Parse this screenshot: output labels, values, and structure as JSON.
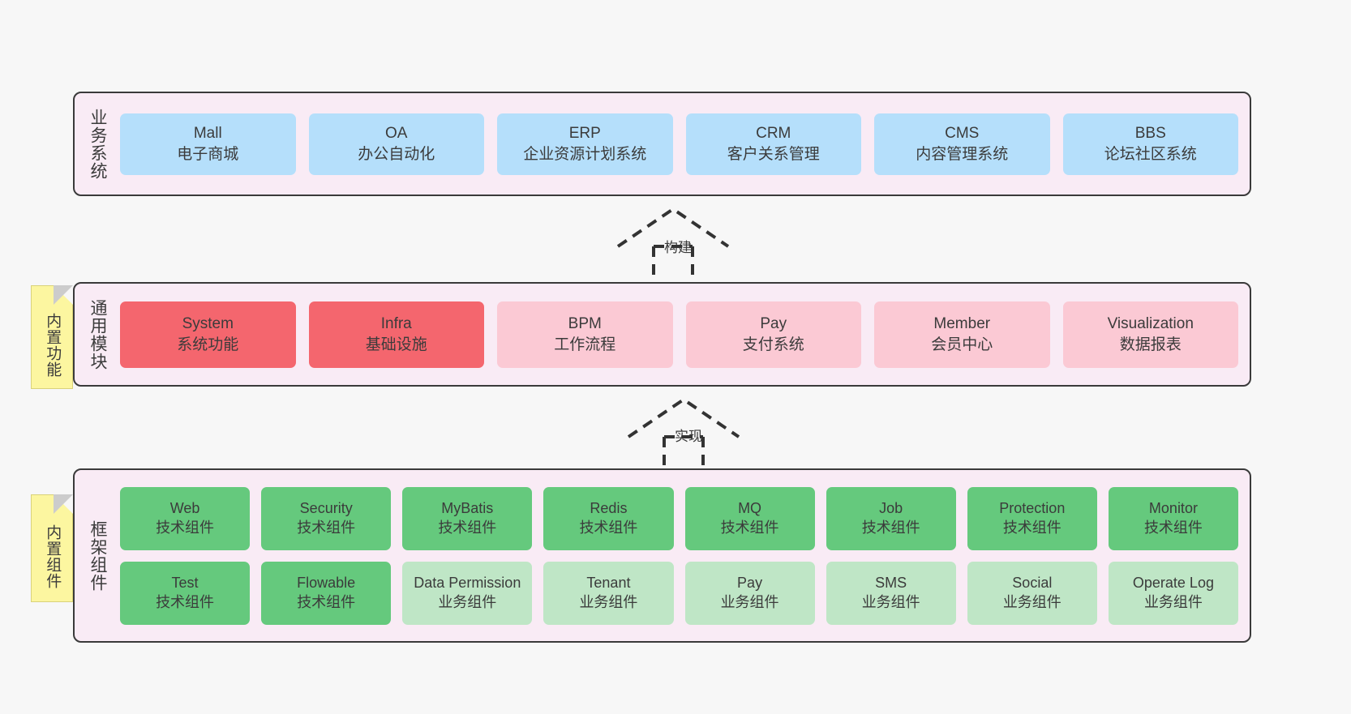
{
  "canvas": {
    "background": "#f7f7f7",
    "layer_fill": "#f9ebf5",
    "layer_border": "#3a3a3a"
  },
  "layers": [
    {
      "id": "business",
      "title": "业务系统",
      "node_color": "#b5dffb",
      "nodes": [
        {
          "en": "Mall",
          "cn": "电子商城"
        },
        {
          "en": "OA",
          "cn": "办公自动化"
        },
        {
          "en": "ERP",
          "cn": "企业资源计划系统"
        },
        {
          "en": "CRM",
          "cn": "客户关系管理"
        },
        {
          "en": "CMS",
          "cn": "内容管理系统"
        },
        {
          "en": "BBS",
          "cn": "论坛社区系统"
        }
      ]
    },
    {
      "id": "common",
      "title": "通用模块",
      "sticky": "内置功能",
      "sticky_color": "#fcf6a0",
      "nodes": [
        {
          "en": "System",
          "cn": "系统功能",
          "color": "#f4666e",
          "variant": "red"
        },
        {
          "en": "Infra",
          "cn": "基础设施",
          "color": "#f4666e",
          "variant": "red"
        },
        {
          "en": "BPM",
          "cn": "工作流程",
          "color": "#fbc9d4",
          "variant": "pink"
        },
        {
          "en": "Pay",
          "cn": "支付系统",
          "color": "#fbc9d4",
          "variant": "pink"
        },
        {
          "en": "Member",
          "cn": "会员中心",
          "color": "#fbc9d4",
          "variant": "pink"
        },
        {
          "en": "Visualization",
          "cn": "数据报表",
          "color": "#fbc9d4",
          "variant": "pink"
        }
      ]
    },
    {
      "id": "framework",
      "title": "框架组件",
      "sticky": "内置组件",
      "sticky_color": "#fcf6a0",
      "rows": [
        [
          {
            "en": "Web",
            "cn": "技术组件",
            "color": "#65c97d",
            "variant": "green"
          },
          {
            "en": "Security",
            "cn": "技术组件",
            "color": "#65c97d",
            "variant": "green"
          },
          {
            "en": "MyBatis",
            "cn": "技术组件",
            "color": "#65c97d",
            "variant": "green"
          },
          {
            "en": "Redis",
            "cn": "技术组件",
            "color": "#65c97d",
            "variant": "green"
          },
          {
            "en": "MQ",
            "cn": "技术组件",
            "color": "#65c97d",
            "variant": "green"
          },
          {
            "en": "Job",
            "cn": "技术组件",
            "color": "#65c97d",
            "variant": "green"
          },
          {
            "en": "Protection",
            "cn": "技术组件",
            "color": "#65c97d",
            "variant": "green"
          },
          {
            "en": "Monitor",
            "cn": "技术组件",
            "color": "#65c97d",
            "variant": "green"
          }
        ],
        [
          {
            "en": "Test",
            "cn": "技术组件",
            "color": "#65c97d",
            "variant": "green"
          },
          {
            "en": "Flowable",
            "cn": "技术组件",
            "color": "#65c97d",
            "variant": "green"
          },
          {
            "en": "Data Permission",
            "cn": "业务组件",
            "color": "#bfe6c6",
            "variant": "lgreen"
          },
          {
            "en": "Tenant",
            "cn": "业务组件",
            "color": "#bfe6c6",
            "variant": "lgreen"
          },
          {
            "en": "Pay",
            "cn": "业务组件",
            "color": "#bfe6c6",
            "variant": "lgreen"
          },
          {
            "en": "SMS",
            "cn": "业务组件",
            "color": "#bfe6c6",
            "variant": "lgreen"
          },
          {
            "en": "Social",
            "cn": "业务组件",
            "color": "#bfe6c6",
            "variant": "lgreen"
          },
          {
            "en": "Operate Log",
            "cn": "业务组件",
            "color": "#bfe6c6",
            "variant": "lgreen"
          }
        ]
      ]
    }
  ],
  "connectors": [
    {
      "id": "build",
      "label": "构建",
      "style": "dashed-generalization"
    },
    {
      "id": "impl",
      "label": "实现",
      "style": "dashed-generalization"
    }
  ]
}
